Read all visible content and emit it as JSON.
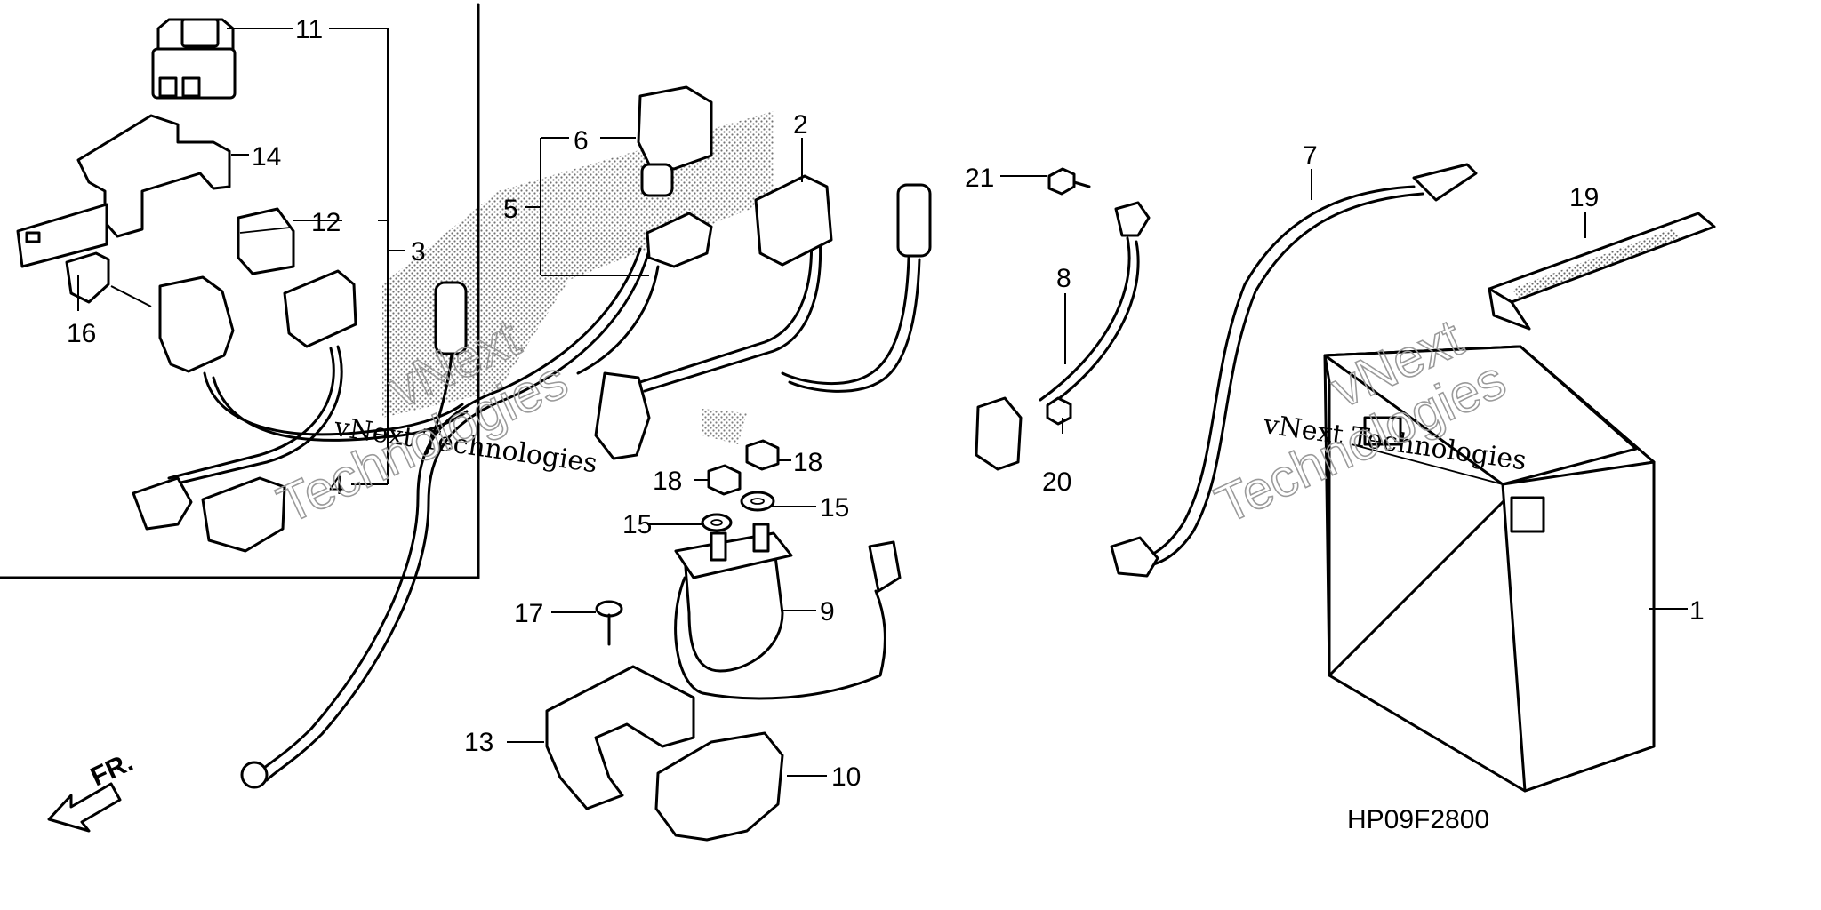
{
  "diagram_code": "HP09F2800",
  "direction_label": "FR.",
  "watermarks": {
    "main": "vNext Technologies",
    "alt_line1": "vNext",
    "alt_line2": "Technologies"
  },
  "callouts": {
    "c1": "1",
    "c2": "2",
    "c3": "3",
    "c4": "4",
    "c5": "5",
    "c6": "6",
    "c7": "7",
    "c8": "8",
    "c9": "9",
    "c10": "10",
    "c11": "11",
    "c12": "12",
    "c13": "13",
    "c14": "14",
    "c15a": "15",
    "c15b": "15",
    "c16": "16",
    "c17": "17",
    "c18a": "18",
    "c18b": "18",
    "c19": "19",
    "c20": "20",
    "c21": "21"
  }
}
